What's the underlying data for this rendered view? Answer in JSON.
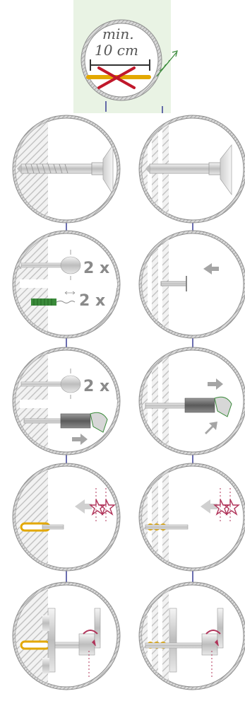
{
  "top": {
    "min_label": "min.",
    "dist_label": "10 cm"
  },
  "steps": {
    "repeat_label": "2 x"
  },
  "colors": {
    "circle_border": "#8f8f8f",
    "hatch": "#c7c7c7",
    "connector": "#2b2f8f",
    "highlight": "#e9f3e4",
    "anchor": "#e3a800",
    "cross": "#c0182b",
    "accent_red": "#b0345a",
    "green": "#3a8a3a"
  },
  "icons": {
    "solid_wall": "solid-wall-icon",
    "hollow_wall": "hollow-wall-icon",
    "drill_bit": "drill-bit-icon",
    "blower": "blower-icon",
    "brush": "brush-icon",
    "cartridge_gun": "cartridge-gun-icon",
    "sleeve": "sleeve-icon",
    "anchor_rod": "anchor-rod-icon",
    "torque_wrench": "torque-wrench-icon"
  }
}
